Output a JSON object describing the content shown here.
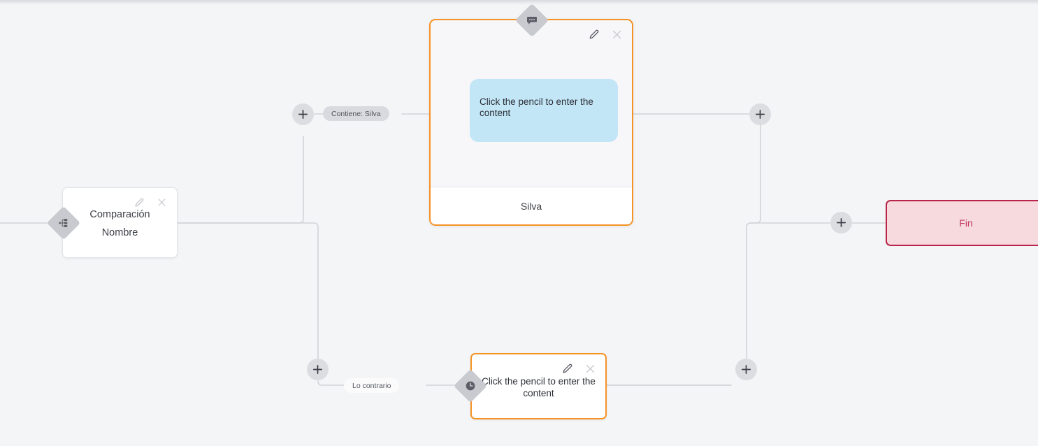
{
  "canvas": {
    "background_color": "#f4f5f7",
    "edge_color": "#d2d3d8"
  },
  "nodes": {
    "compare": {
      "name": "comparison-node",
      "title": "Comparación",
      "subtitle": "Nombre",
      "badge_icon": "branch-split-icon",
      "edit_icon": "pencil-icon",
      "close_icon": "close-icon",
      "border_color": "#e2e3e7",
      "background_color": "#ffffff"
    },
    "message": {
      "name": "message-node",
      "badge_icon": "chat-bubble-icon",
      "edit_icon": "pencil-icon",
      "close_icon": "close-icon",
      "bubble_text": "Click the pencil to enter the content",
      "bubble_color": "#c3e6f7",
      "footer_label": "Silva",
      "border_color": "#f59325",
      "background_color": "#f7f7f9"
    },
    "wait": {
      "name": "wait-node",
      "badge_icon": "clock-icon",
      "edit_icon": "pencil-icon",
      "close_icon": "close-icon",
      "body_text": "Click the pencil to enter the content",
      "border_color": "#f59325",
      "background_color": "#ffffff"
    },
    "end": {
      "name": "end-node",
      "label": "Fin",
      "border_color": "#b8244a",
      "background_color": "#f6dade",
      "text_color": "#c0385c"
    }
  },
  "edge_labels": {
    "branch_true": "Contiene: Silva",
    "branch_false": "Lo contrario"
  },
  "add_buttons": [
    {
      "name": "add-step-button-branch-true",
      "icon": "plus-icon"
    },
    {
      "name": "add-step-button-branch-false",
      "icon": "plus-icon"
    },
    {
      "name": "add-step-button-after-message",
      "icon": "plus-icon"
    },
    {
      "name": "add-step-button-after-wait",
      "icon": "plus-icon"
    },
    {
      "name": "add-step-button-before-end",
      "icon": "plus-icon"
    }
  ]
}
